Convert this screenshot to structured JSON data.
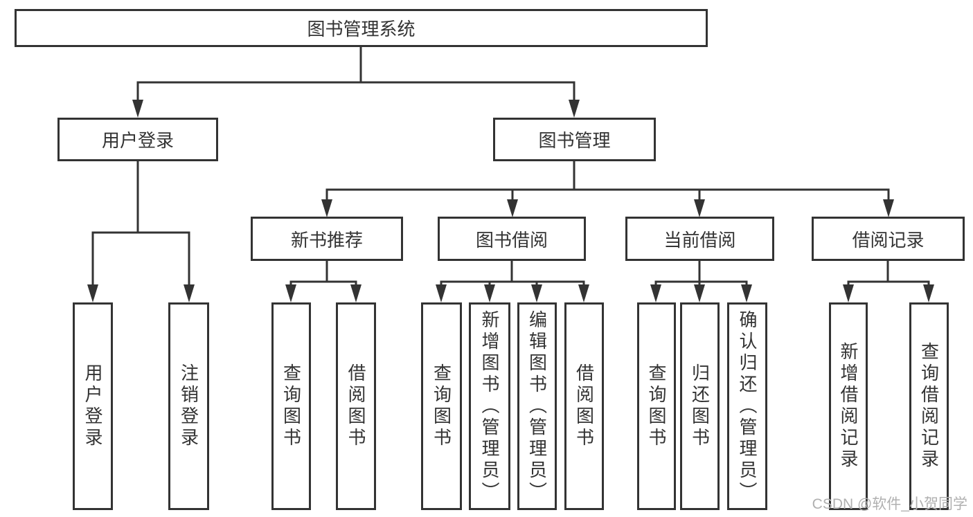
{
  "diagram": {
    "root": {
      "label": "图书管理系统"
    },
    "branches": [
      {
        "label": "用户登录",
        "leaves": [
          {
            "label": "用户登录"
          },
          {
            "label": "注销登录"
          }
        ]
      },
      {
        "label": "图书管理",
        "groups": [
          {
            "label": "新书推荐",
            "leaves": [
              {
                "label": "查询图书"
              },
              {
                "label": "借阅图书"
              }
            ]
          },
          {
            "label": "图书借阅",
            "leaves": [
              {
                "label": "查询图书"
              },
              {
                "label": "新增图书（管理员）"
              },
              {
                "label": "编辑图书（管理员）"
              },
              {
                "label": "借阅图书"
              }
            ]
          },
          {
            "label": "当前借阅",
            "leaves": [
              {
                "label": "查询图书"
              },
              {
                "label": "归还图书"
              },
              {
                "label": "确认归还（管理员）"
              }
            ]
          },
          {
            "label": "借阅记录",
            "leaves": [
              {
                "label": "新增借阅记录"
              },
              {
                "label": "查询借阅记录"
              }
            ]
          }
        ]
      }
    ]
  },
  "watermark": {
    "text": "CSDN @软件_小贺同学"
  },
  "colors": {
    "line": "#333333",
    "box_border": "#333333",
    "box_fill": "#ffffff",
    "text": "#333333",
    "watermark_text": "#b0b0b0",
    "background": "#ffffff"
  }
}
